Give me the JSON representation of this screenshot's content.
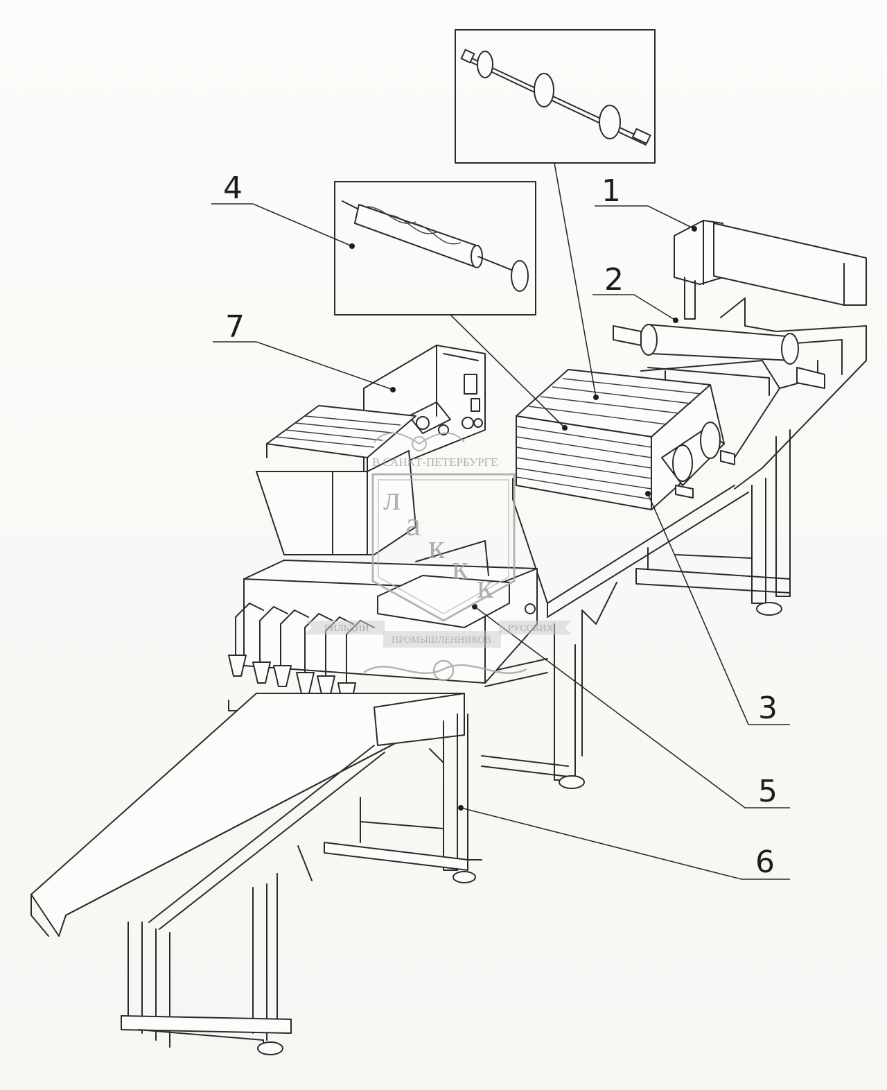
{
  "labels": [
    {
      "id": "1",
      "text": "1"
    },
    {
      "id": "2",
      "text": "2"
    },
    {
      "id": "3",
      "text": "3"
    },
    {
      "id": "4",
      "text": "4"
    },
    {
      "id": "5",
      "text": "5"
    },
    {
      "id": "6",
      "text": "6"
    },
    {
      "id": "7",
      "text": "7"
    }
  ],
  "watermark": {
    "top_text": "В САНКТ-ПЕТЕРБУРГЕ",
    "letters": [
      "л",
      "а",
      "к",
      "к",
      "к"
    ],
    "ribbon_left": "ГИЛЬДИИ",
    "ribbon_center": "ПРОМЫШЛЕННИКОВ",
    "ribbon_right": "РУССКИХ"
  },
  "colors": {
    "line": "#2a2a2a",
    "paper": "#f8f8f6",
    "watermark": "#a3a3a3"
  }
}
